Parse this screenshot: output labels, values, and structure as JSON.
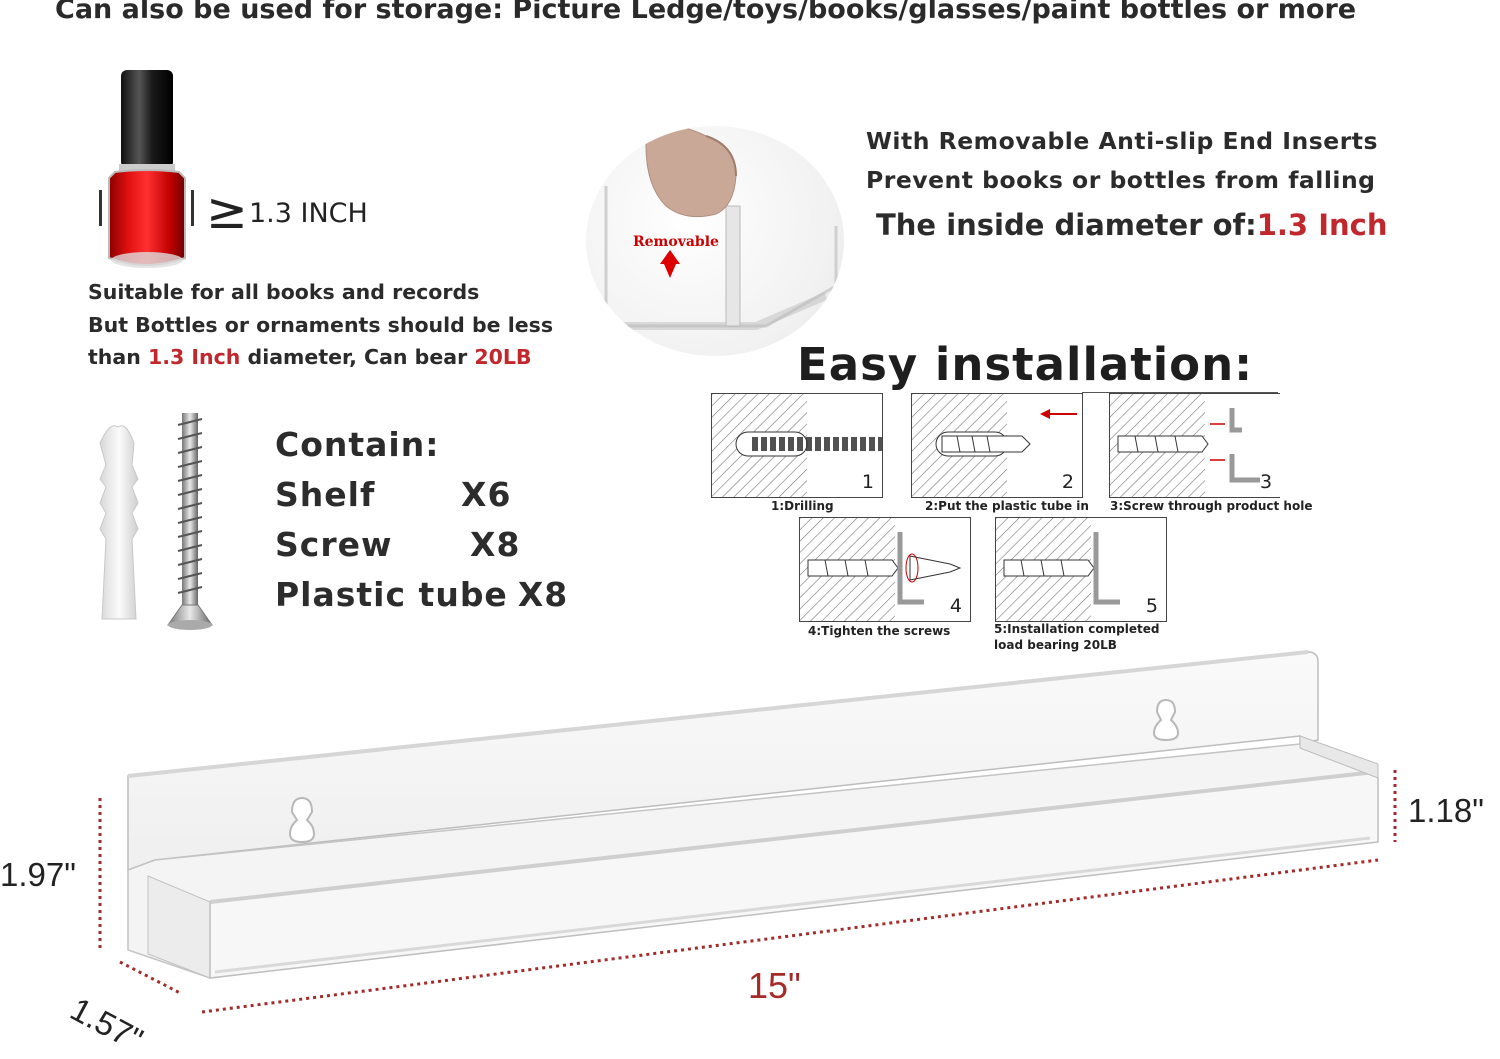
{
  "header": {
    "text": "Can also be used for storage: Picture Ledge/toys/books/glasses/paint bottles or more"
  },
  "bottle": {
    "ge_symbol": "≥",
    "size_label": "1.3 INCH"
  },
  "suitability": {
    "line1": "Suitable for all books and records",
    "line2": "But Bottles or ornaments should be less",
    "line3_prefix": "than ",
    "line3_highlight1": "1.3 Inch",
    "line3_middle": " diameter, Can bear ",
    "line3_highlight2": "20LB"
  },
  "contents": {
    "title": "Contain:",
    "items": [
      {
        "name": "Shelf",
        "qty": "X6"
      },
      {
        "name": "Screw",
        "qty": "X8"
      },
      {
        "name": "Plastic tube",
        "qty": "X8"
      }
    ]
  },
  "inset": {
    "label": "Removable"
  },
  "features": {
    "line1": "With Removable Anti-slip End Inserts",
    "line2": "Prevent books or bottles from falling",
    "diameter_prefix": "The inside diameter of:",
    "diameter_value": "1.3 Inch"
  },
  "installation": {
    "title": "Easy installation:",
    "steps": [
      {
        "number": "1",
        "caption": "1:Drilling"
      },
      {
        "number": "2",
        "caption": "2:Put the plastic tube in"
      },
      {
        "number": "3",
        "caption": "3:Screw through product hole"
      },
      {
        "number": "4",
        "caption": "4:Tighten the screws"
      },
      {
        "number": "5",
        "caption": "5:Installation completed",
        "caption2": "load bearing 20LB"
      }
    ]
  },
  "dimensions": {
    "height": "1.97\"",
    "depth": "1.57\"",
    "length": "15\"",
    "lip": "1.18\""
  },
  "colors": {
    "accent_red": "#c0282d",
    "dim_red": "#a52a2a"
  }
}
